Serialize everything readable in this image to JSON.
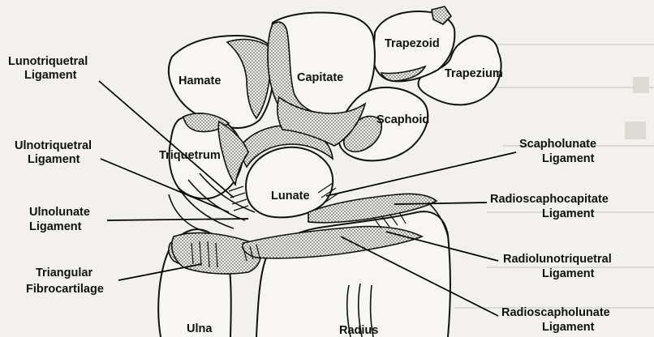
{
  "bones": {
    "hamate": "Hamate",
    "capitate": "Capitate",
    "trapezoid": "Trapezoid",
    "trapezium": "Trapezium",
    "scaphoid": "Scaphoid",
    "triquetrum": "Triquetrum",
    "lunate": "Lunate",
    "ulna": "Ulna",
    "radius": "Radius"
  },
  "left_labels": {
    "lunotriquetral": [
      "Lunotriquetral",
      "Ligament"
    ],
    "ulnotriquetral": [
      "Ulnotriquetral",
      "Ligament"
    ],
    "ulnolunate": [
      "Ulnolunate",
      "Ligament"
    ],
    "tfc": [
      "Triangular",
      "Fibrocartilage"
    ]
  },
  "right_labels": {
    "scapholunate": [
      "Scapholunate",
      "Ligament"
    ],
    "radioscaphocapitate": [
      "Radioscaphocapitate",
      "Ligament"
    ],
    "radiolunotriquetral": [
      "Radiolunotriquetral",
      "Ligament"
    ],
    "radioscapholunate": [
      "Radioscapholunate",
      "Ligament"
    ]
  }
}
